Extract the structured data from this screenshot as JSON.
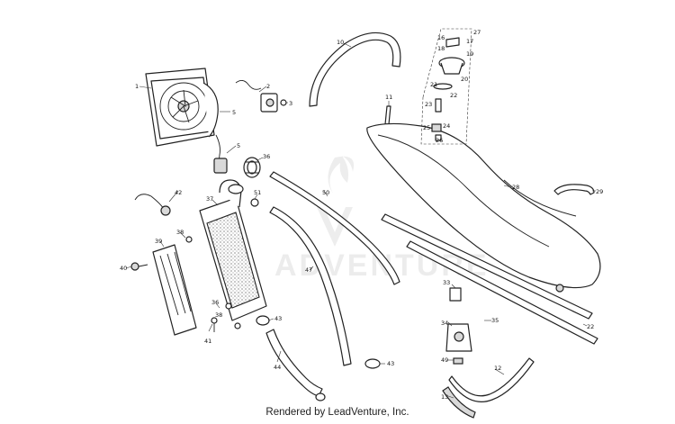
{
  "callouts": [
    "1",
    "2",
    "3",
    "5",
    "5",
    "36",
    "42",
    "37",
    "51",
    "38",
    "39",
    "40",
    "36",
    "38",
    "43",
    "41",
    "44",
    "43",
    "10",
    "11",
    "50",
    "47",
    "28",
    "29",
    "22",
    "33",
    "35",
    "34",
    "49",
    "12",
    "13",
    "27",
    "16",
    "17",
    "18",
    "19",
    "20",
    "21",
    "22",
    "23",
    "24",
    "25",
    "26"
  ],
  "watermark": {
    "text": "ADVENTURE"
  },
  "footer": {
    "credit": "Rendered by LeadVenture, Inc."
  }
}
